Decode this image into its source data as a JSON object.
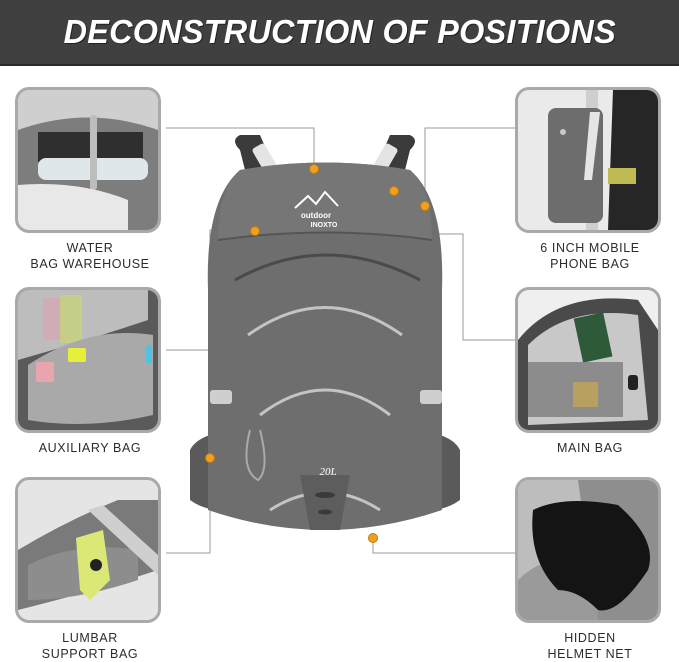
{
  "title": "DECONSTRUCTION OF POSITIONS",
  "colors": {
    "banner_bg": "#404040",
    "banner_text": "#ffffff",
    "panel_border": "#a9a9a9",
    "connector_line": "#9a9a9a",
    "marker_dot": "#f0a020",
    "backpack_body": "#6b6b6b",
    "caption_text": "#2c2c2c"
  },
  "backpack": {
    "brand_logo_line1": "outdoor",
    "brand_logo_line2": "INOXTO",
    "capacity_label": "20L"
  },
  "features": {
    "left": [
      {
        "id": "water-bag",
        "caption_line1": "WATER",
        "caption_line2": "BAG WAREHOUSE"
      },
      {
        "id": "auxiliary-bag",
        "caption_line1": "AUXILIARY BAG",
        "caption_line2": ""
      },
      {
        "id": "lumbar-bag",
        "caption_line1": "LUMBAR",
        "caption_line2": "SUPPORT BAG"
      }
    ],
    "right": [
      {
        "id": "phone-bag",
        "caption_line1": "6 INCH MOBILE",
        "caption_line2": "PHONE BAG"
      },
      {
        "id": "main-bag",
        "caption_line1": "MAIN BAG",
        "caption_line2": ""
      },
      {
        "id": "helmet-net",
        "caption_line1": "HIDDEN",
        "caption_line2": "HELMET NET"
      }
    ]
  }
}
